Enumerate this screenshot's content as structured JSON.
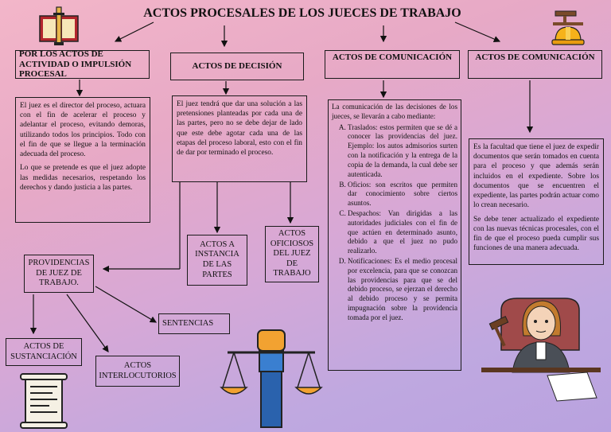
{
  "title": "ACTOS PROCESALES DE LOS JUECES DE TRABAJO",
  "branches": [
    {
      "header": "POR LOS ACTOS DE ACTIVIDAD O IMPULSIÓN PROCESAL",
      "paragraphs": [
        "El juez es el director del proceso, actuara con el fin de acelerar el proceso y adelantar el proceso, evitando demoras, utilizando todos los principios. Todo con el fin de que se llegue a la terminación adecuada del proceso.",
        "Lo que se pretende es que el juez adopte las medidas necesarios, respetando los derechos y dando justicia a las partes."
      ]
    },
    {
      "header": "ACTOS DE DECISIÓN",
      "paragraphs": [
        "El juez tendrá que dar una solución a las pretensiones planteadas por cada una de las partes, pero no se debe dejar de lado que este debe agotar cada una de las etapas del proceso laboral, esto con el fin de dar por terminado el proceso."
      ]
    },
    {
      "header": "ACTOS DE COMUNICACIÓN",
      "intro": "La comunicación de las decisiones de los jueces, se llevarán a cabo mediante:",
      "items": [
        "Traslados: estos permiten que se dé a conocer las providencias del juez. Ejemplo: los autos admisorios surten con la notificación y la entrega de la copia de la demanda, la cual debe ser autenticada.",
        "Oficios: son escritos que permiten dar conocimiento sobre ciertos asuntos.",
        "Despachos: Van dirigidas a las autoridades judiciales con el fin de que actúen en determinado asunto, debido a que el juez no pudo realizarlo.",
        "Notificaciones: Es el medio procesal por excelencia, para que se conozcan las providencias para que se del debido proceso, se ejerzan el derecho al debido proceso y se permita impugnación sobre la providencia tomada por el juez."
      ]
    },
    {
      "header": "ACTOS DE COMUNICACIÓN",
      "paragraphs": [
        "Es la facultad que tiene el juez de expedir documentos que serán tomados en cuenta para el proceso y que además serán incluidos en el expediente. Sobre los documentos que se encuentren el expediente, las partes podrán actuar como lo crean necesario.",
        "Se debe tener actualizado el expediente con las nuevas técnicas procesales, con el fin de que el proceso pueda cumplir sus funciones de una manera adecuada."
      ]
    }
  ],
  "sub_nodes": {
    "actos_instancia": "ACTOS A INSTANCIA DE LAS PARTES",
    "actos_oficiosos": "ACTOS OFICIOSOS DEL JUEZ DE TRABAJO",
    "providencias": "PROVIDENCIAS DE JUEZ DE TRABAJO.",
    "sentencias": "SENTENCIAS",
    "sustanciacion": "ACTOS DE SUSTANCIACIÓN",
    "interlocutorios": "ACTOS INTERLOCUTORIOS"
  },
  "icons": [
    "law-book-icon",
    "gavel-hardhat-icon",
    "scales-of-justice-icon",
    "document-scroll-icon",
    "judge-illustration-icon"
  ]
}
